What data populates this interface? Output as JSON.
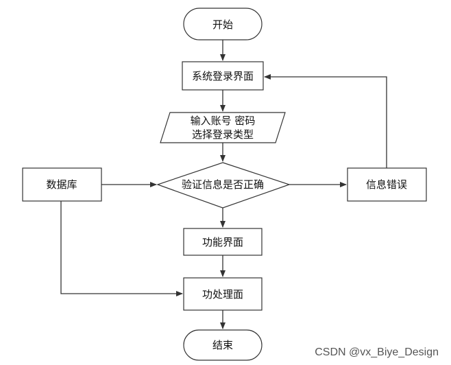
{
  "nodes": {
    "start": "开始",
    "login": "系统登录界面",
    "input_line1": "输入账号 密码",
    "input_line2": "选择登录类型",
    "verify": "验证信息是否正确",
    "db": "数据库",
    "error": "信息错误",
    "function_ui": "功能界面",
    "process": "功处理面",
    "end": "结束"
  },
  "watermark": "CSDN @vx_Biye_Design"
}
